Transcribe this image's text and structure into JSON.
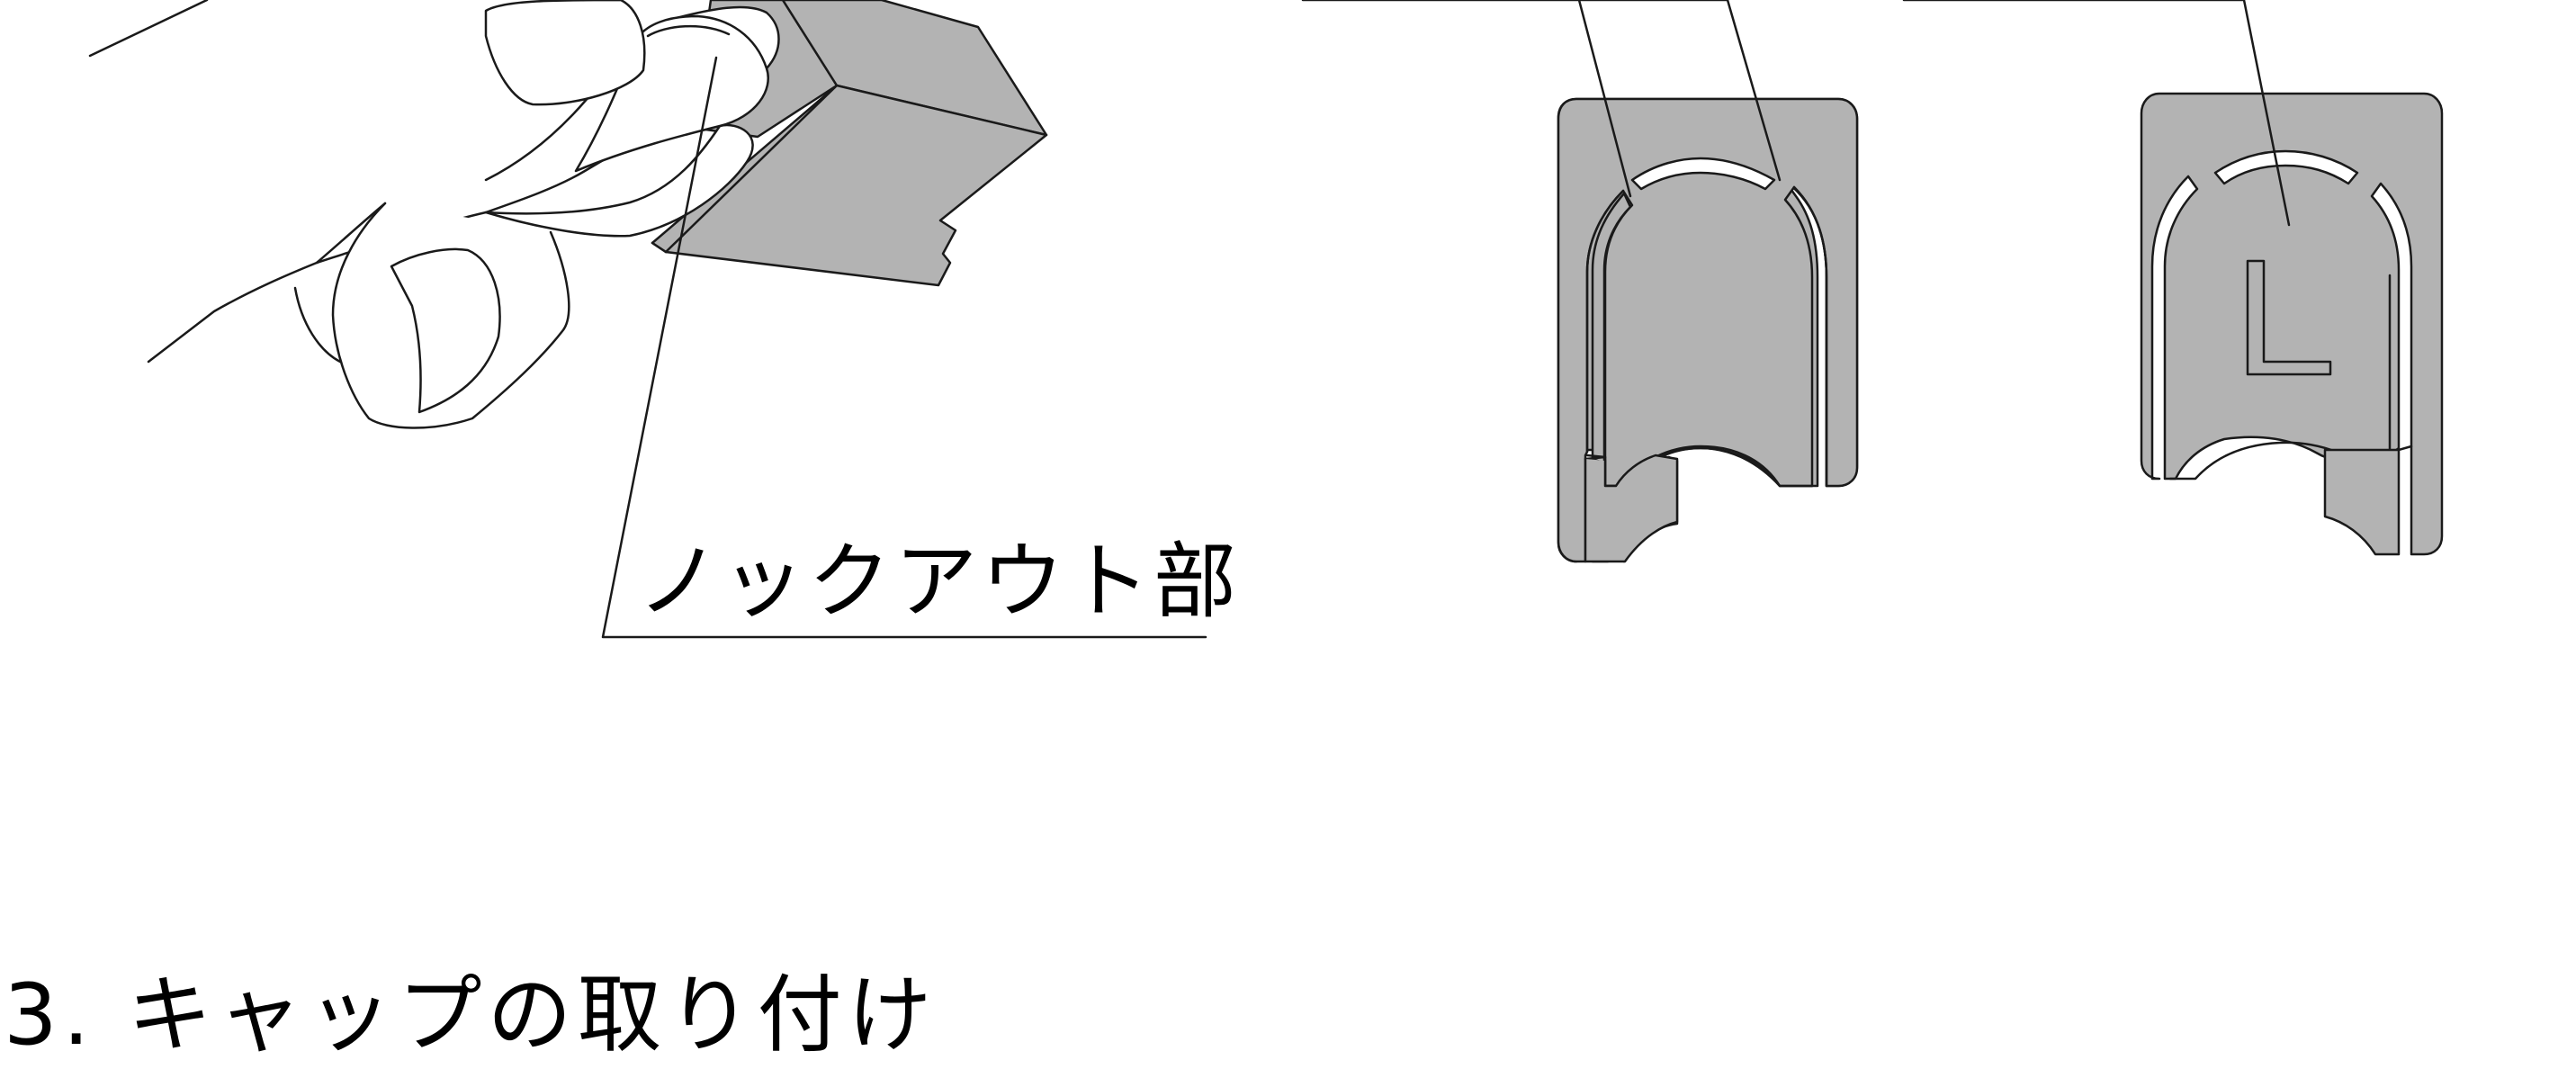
{
  "callouts": {
    "knockout": "ノックアウト部"
  },
  "glyphs": {
    "cap_mark": "L"
  },
  "heading": {
    "text": "3. キャップの取り付け"
  },
  "colors": {
    "part_fill": "#b3b3b3",
    "stroke": "#1a1a1a",
    "background": "#ffffff"
  }
}
